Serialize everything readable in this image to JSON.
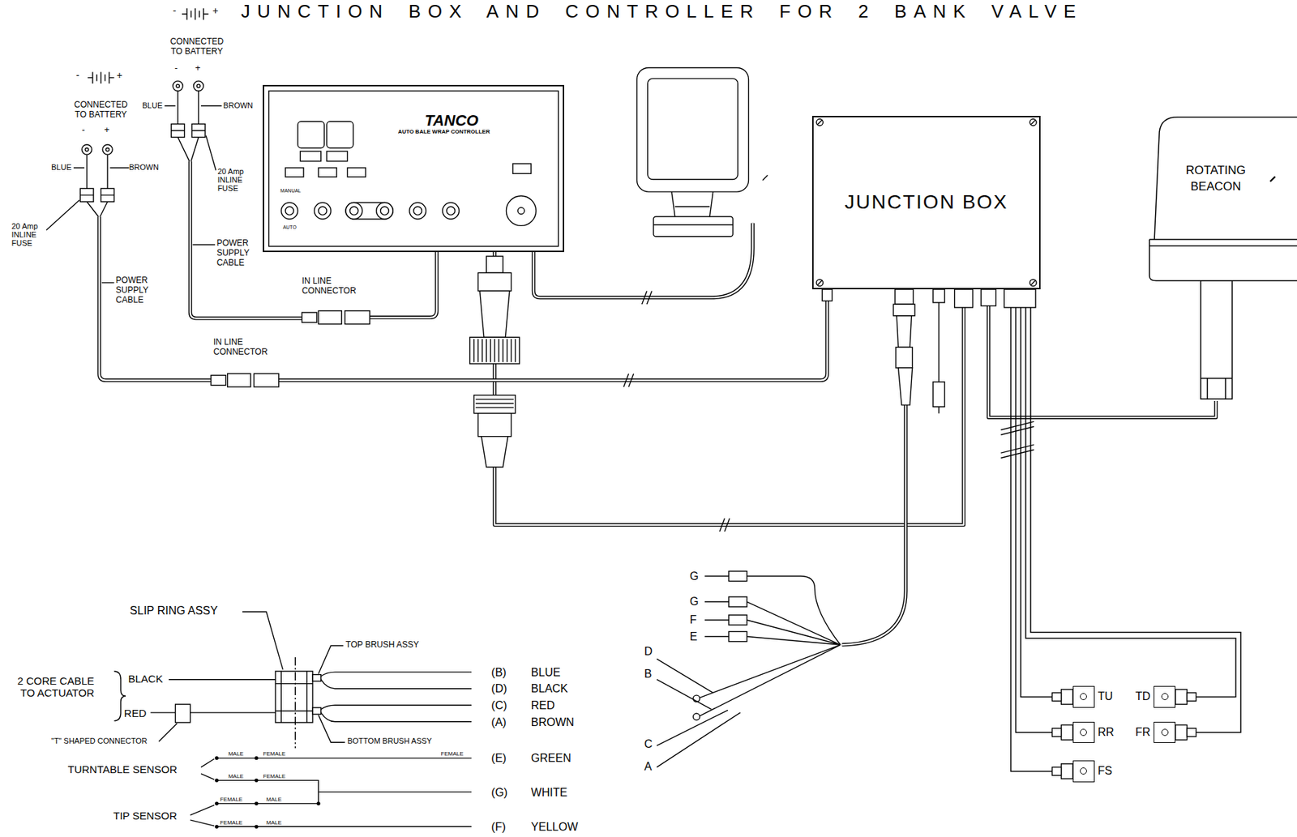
{
  "diagram": {
    "title": "JUNCTION BOX AND CONTROLLER FOR 2 BANK VALVE",
    "nodes": [
      {
        "text": [
          "TANCO",
          "AUTO BALE WRAP CONTROLLER"
        ]
      },
      {
        "text": [
          "JUNCTION BOX"
        ]
      },
      {
        "text": [
          "ROTATING BEACON"
        ]
      },
      {
        "text": [
          "TU"
        ]
      },
      {
        "text": [
          "TD"
        ]
      },
      {
        "text": [
          "RR"
        ]
      },
      {
        "text": [
          "FR"
        ]
      },
      {
        "text": [
          "FS"
        ]
      }
    ],
    "edges": [
      {
        "from": 0,
        "to": 1,
        "arrow": "none"
      },
      {
        "from": 1,
        "to": 2,
        "arrow": "none"
      },
      {
        "from": 1,
        "to": 3,
        "arrow": "none"
      },
      {
        "from": 1,
        "to": 4,
        "arrow": "none"
      },
      {
        "from": 1,
        "to": 5,
        "arrow": "none"
      },
      {
        "from": 1,
        "to": 6,
        "arrow": "none"
      },
      {
        "from": 1,
        "to": 7,
        "arrow": "none"
      }
    ],
    "labels": [
      "-",
      "+",
      "CONNECTED TO BATTERY",
      "-",
      "+",
      "BLUE",
      "BROWN",
      "20 Amp INLINE FUSE",
      "POWER SUPPLY CABLE",
      "IN LINE CONNECTOR",
      "-",
      "+",
      "CONNECTED TO BATTERY",
      "-",
      "+",
      "BLUE",
      "BROWN",
      "20 Amp INLINE FUSE",
      "POWER SUPPLY CABLE",
      "IN LINE CONNECTOR",
      "MANUAL",
      "AUTO",
      "G",
      "G",
      "F",
      "E",
      "D",
      "B",
      "C",
      "A",
      "SLIP RING ASSY",
      "TOP BRUSH ASSY",
      "2 CORE CABLE TO ACTUATOR",
      "BLACK",
      "RED",
      "\"T\" SHAPED CONNECTOR",
      "BOTTOM BRUSH ASSY",
      "(B)",
      "BLUE",
      "(D)",
      "BLACK",
      "(C)",
      "RED",
      "(A)",
      "BROWN",
      "(E)",
      "GREEN",
      "(G)",
      "WHITE",
      "(F)",
      "YELLOW",
      "TURNTABLE SENSOR",
      "TIP SENSOR",
      "MALE",
      "FEMALE",
      "FEMALE",
      "MALE",
      "FEMALE",
      "FEMALE",
      "MALE",
      "FEMALE",
      "MALE"
    ]
  }
}
